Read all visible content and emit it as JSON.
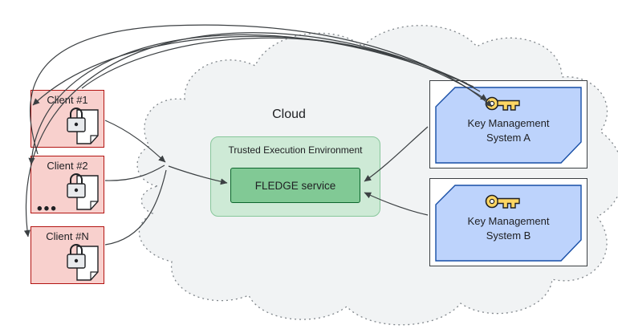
{
  "cloud": {
    "label": "Cloud"
  },
  "tee": {
    "label": "Trusted Execution Environment",
    "service_label": "FLEDGE service"
  },
  "clients": {
    "items": [
      {
        "label": "Client #1"
      },
      {
        "label": "Client #2"
      },
      {
        "label": "Client #N"
      }
    ],
    "ellipsis": "•••"
  },
  "kms": {
    "items": [
      {
        "name": "Key Management",
        "system": "System A"
      },
      {
        "name": "Key Management",
        "system": "System B"
      }
    ]
  },
  "colors": {
    "text_color": "#202124",
    "client_fill": "#f8d0cd",
    "client_border": "#b31412",
    "cloud_fill": "#f1f3f4",
    "cloud_border": "#80868b",
    "tee_fill": "#ceead6",
    "tee_border": "#88c79b",
    "fledge_fill": "#81c995",
    "fledge_border": "#0d652d",
    "kms_fill": "#bdd3fc",
    "kms_border": "#174ea6",
    "kms_outer_border": "#3c4043",
    "key_fill": "#fdd663",
    "arrow_color": "#3c4043"
  }
}
